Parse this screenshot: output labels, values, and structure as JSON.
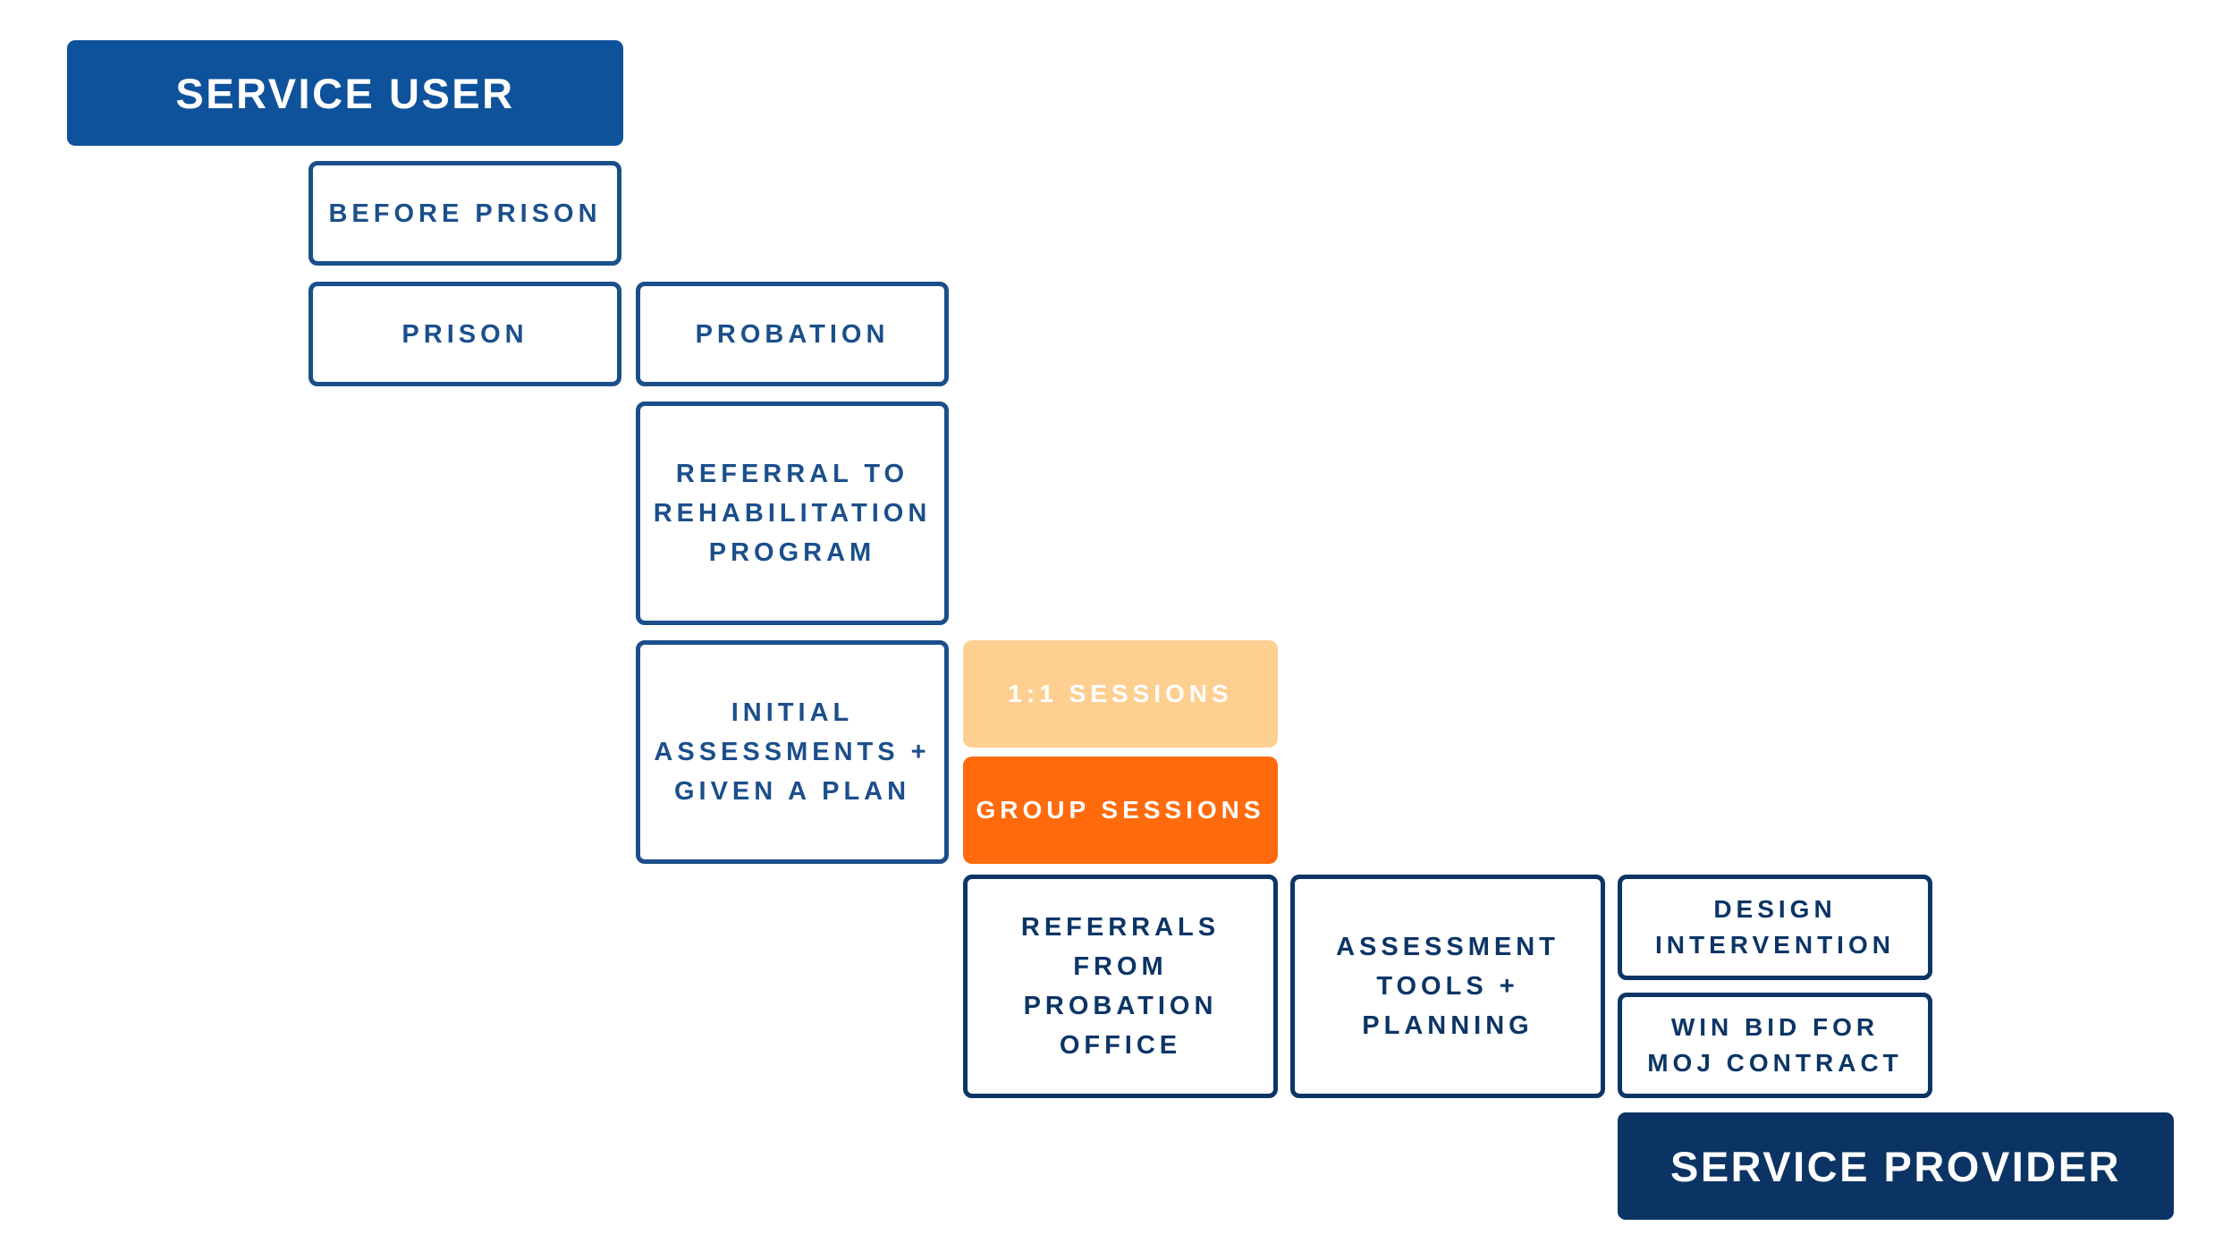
{
  "colors": {
    "service_user_header": "#0f529c",
    "service_provider_header": "#0b3464",
    "user_outline": "#1b4f8c",
    "provider_outline": "#0c3566",
    "one_to_one_fill": "#fdcf91",
    "group_sessions_fill": "#ff6b0c"
  },
  "headers": {
    "service_user": "SERVICE USER",
    "service_provider": "SERVICE PROVIDER"
  },
  "steps": {
    "before_prison": "BEFORE PRISON",
    "prison": "PRISON",
    "probation": "PROBATION",
    "referral_to_rehab": [
      "REFERRAL TO",
      "REHABILITATION",
      "PROGRAM"
    ],
    "initial_assessments": [
      "INITIAL",
      "ASSESSMENTS +",
      "GIVEN A PLAN"
    ],
    "one_to_one_sessions": "1:1 SESSIONS",
    "group_sessions": "GROUP SESSIONS",
    "referrals_from_probation": [
      "REFERRALS",
      "FROM",
      "PROBATION",
      "OFFICE"
    ],
    "assessment_tools": [
      "ASSESSMENT",
      "TOOLS +",
      "PLANNING"
    ],
    "design_intervention": [
      "DESIGN",
      "INTERVENTION"
    ],
    "win_bid": [
      "WIN BID FOR",
      "MOJ CONTRACT"
    ]
  }
}
